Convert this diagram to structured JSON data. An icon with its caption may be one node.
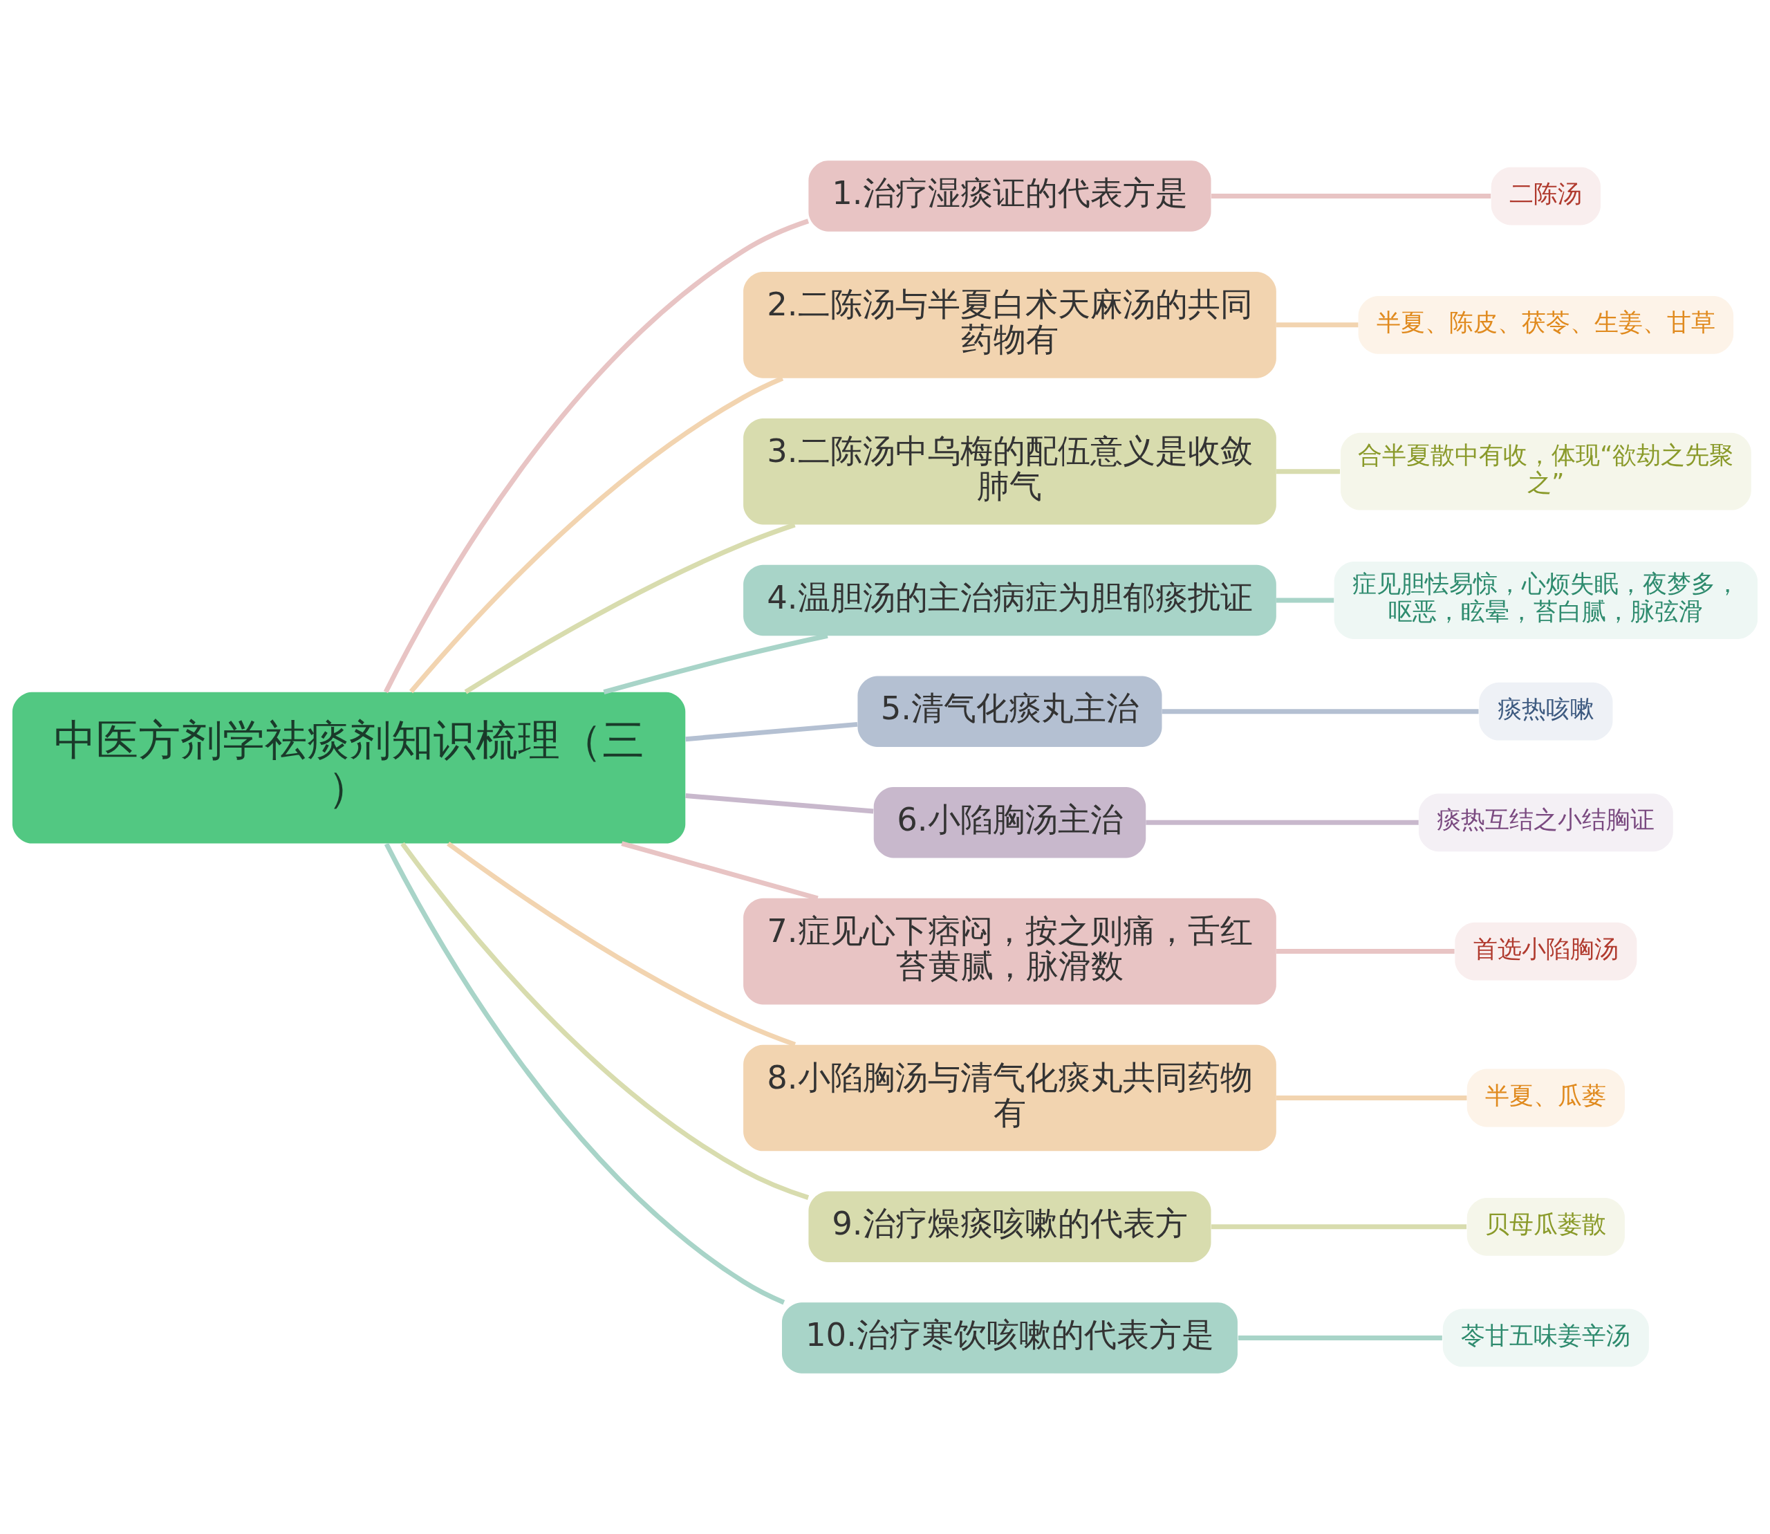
{
  "diagram": {
    "nodes": [
      {
        "text": [
          "中医方剂学祛痰剂知识梳理（三）"
        ]
      },
      {
        "text": [
          "1.治疗湿痰证的代表方是"
        ]
      },
      {
        "text": [
          "二陈汤"
        ]
      },
      {
        "text": [
          "2.二陈汤与半夏白术天麻汤的共同药物有"
        ]
      },
      {
        "text": [
          "半夏、陈皮、茯苓、生姜、甘草"
        ]
      },
      {
        "text": [
          "3.二陈汤中乌梅的配伍意义是收敛肺气"
        ]
      },
      {
        "text": [
          "合半夏散中有收，体现“欲劫之先聚之”"
        ]
      },
      {
        "text": [
          "4.温胆汤的主治病症为胆郁痰扰证"
        ]
      },
      {
        "text": [
          "症见胆怯易惊，心烦失眠，夜梦多，呕恶，眩晕，苔白腻，脉弦滑"
        ]
      },
      {
        "text": [
          "5.清气化痰丸主治"
        ]
      },
      {
        "text": [
          "痰热咳嗽"
        ]
      },
      {
        "text": [
          "6.小陷胸汤主治"
        ]
      },
      {
        "text": [
          "痰热互结之小结胸证"
        ]
      },
      {
        "text": [
          "7.症见心下痞闷，按之则痛，舌红苔黄腻，脉滑数"
        ]
      },
      {
        "text": [
          "首选小陷胸汤"
        ]
      },
      {
        "text": [
          "8.小陷胸汤与清气化痰丸共同药物有"
        ]
      },
      {
        "text": [
          "半夏、瓜蒌"
        ]
      },
      {
        "text": [
          "9.治疗燥痰咳嗽的代表方"
        ]
      },
      {
        "text": [
          "贝母瓜蒌散"
        ]
      },
      {
        "text": [
          "10.治疗寒饮咳嗽的代表方是"
        ]
      },
      {
        "text": [
          "苓甘五味姜辛汤"
        ]
      }
    ],
    "edges": [
      {
        "from": 0,
        "to": 1,
        "arrow": "none",
        "color": "#e8c4c4"
      },
      {
        "from": 1,
        "to": 2,
        "arrow": "none",
        "color": "#e8c4c4"
      },
      {
        "from": 0,
        "to": 3,
        "arrow": "none",
        "color": "#f2d4b0"
      },
      {
        "from": 3,
        "to": 4,
        "arrow": "none",
        "color": "#f2d4b0"
      },
      {
        "from": 0,
        "to": 5,
        "arrow": "none",
        "color": "#d8dcae"
      },
      {
        "from": 5,
        "to": 6,
        "arrow": "none",
        "color": "#d8dcae"
      },
      {
        "from": 0,
        "to": 7,
        "arrow": "none",
        "color": "#a8d4c8"
      },
      {
        "from": 7,
        "to": 8,
        "arrow": "none",
        "color": "#a8d4c8"
      },
      {
        "from": 0,
        "to": 9,
        "arrow": "none",
        "color": "#b4c0d2"
      },
      {
        "from": 9,
        "to": 10,
        "arrow": "none",
        "color": "#b4c0d2"
      },
      {
        "from": 0,
        "to": 11,
        "arrow": "none",
        "color": "#c8b8cc"
      },
      {
        "from": 11,
        "to": 12,
        "arrow": "none",
        "color": "#c8b8cc"
      },
      {
        "from": 0,
        "to": 13,
        "arrow": "none",
        "color": "#e8c4c4"
      },
      {
        "from": 13,
        "to": 14,
        "arrow": "none",
        "color": "#e8c4c4"
      },
      {
        "from": 0,
        "to": 15,
        "arrow": "none",
        "color": "#f2d4b0"
      },
      {
        "from": 15,
        "to": 16,
        "arrow": "none",
        "color": "#f2d4b0"
      },
      {
        "from": 0,
        "to": 17,
        "arrow": "none",
        "color": "#d8dcae"
      },
      {
        "from": 17,
        "to": 18,
        "arrow": "none",
        "color": "#d8dcae"
      },
      {
        "from": 0,
        "to": 19,
        "arrow": "none",
        "color": "#a8d4c8"
      },
      {
        "from": 19,
        "to": 20,
        "arrow": "none",
        "color": "#a8d4c8"
      }
    ]
  }
}
